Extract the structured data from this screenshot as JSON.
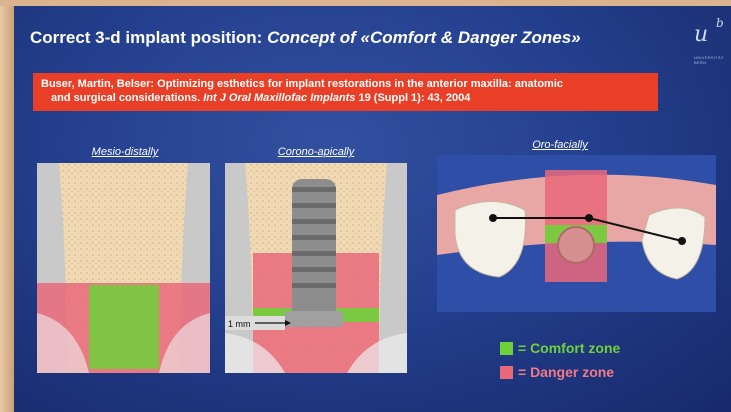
{
  "slide": {
    "title_main": "Correct 3-d implant position: ",
    "title_emph": "Concept of «Comfort & Danger Zones»",
    "logo": {
      "mark": "u",
      "sup": "b",
      "text": "UNIVERSITÄT BERN"
    },
    "reference": {
      "line1": "Buser, Martin, Belser: Optimizing esthetics for implant restorations in the anterior maxilla: anatomic",
      "line2_pre": "and surgical considerations. ",
      "line2_journal": "Int J Oral Maxillofac Implants",
      "line2_post": " 19 (Suppl 1): 43, 2004"
    },
    "panels": {
      "mesio": "Mesio-distally",
      "corono": "Corono-apically",
      "oro": "Oro-facially"
    },
    "measure_label": "1 mm",
    "legend": {
      "comfort": "= Comfort zone",
      "danger": "= Danger zone"
    },
    "colors": {
      "background": "#24408e",
      "reference_bar": "#ea3f27",
      "comfort": "#6fd13a",
      "danger": "#e9697a",
      "bone": "#f0d9b3",
      "gingiva": "#e8a6a4"
    }
  }
}
